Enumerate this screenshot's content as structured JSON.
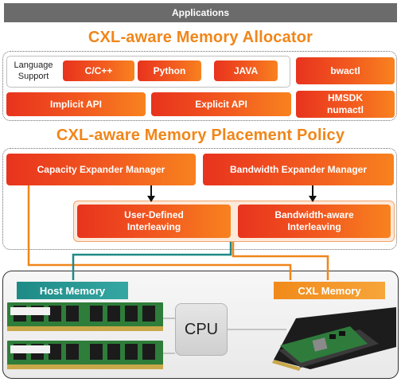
{
  "applications": "Applications",
  "allocator": {
    "title": "CXL-aware Memory Allocator",
    "language_support": "Language\nSupport",
    "languages": [
      "C/C++",
      "Python",
      "JAVA"
    ],
    "bwactl": "bwactl",
    "implicit_api": "Implicit API",
    "explicit_api": "Explicit API",
    "hmsdk": "HMSDK\nnumactl"
  },
  "policy": {
    "title": "CXL-aware Memory Placement Policy",
    "capacity_manager": "Capacity Expander Manager",
    "bandwidth_manager": "Bandwidth Expander Manager",
    "user_interleaving": "User-Defined\nInterleaving",
    "bw_interleaving": "Bandwidth-aware\nInterleaving"
  },
  "hardware": {
    "host_memory": "Host Memory",
    "cxl_memory": "CXL Memory",
    "cpu": "CPU"
  },
  "colors": {
    "orange": "#f0861a",
    "teal": "#1e8a86",
    "red": "#e8331e",
    "gray": "#6b6b6b"
  }
}
